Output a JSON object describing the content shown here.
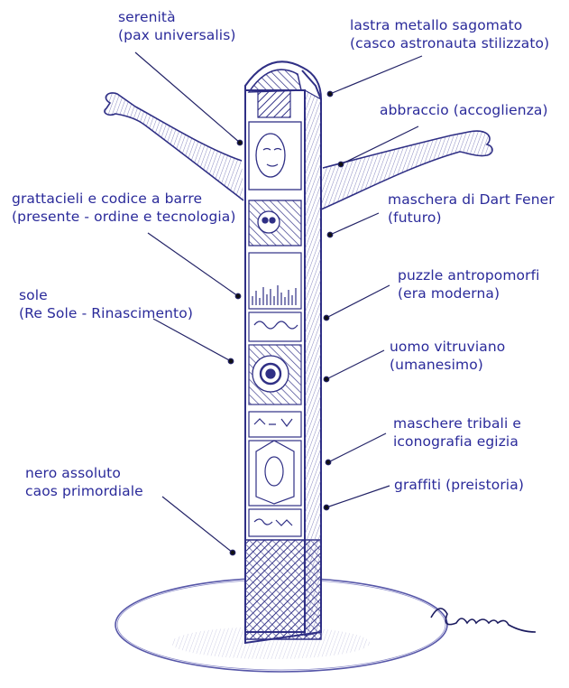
{
  "colors": {
    "ink": "#2a2a9a",
    "pencil": "#3b3b8f",
    "paper": "#ffffff"
  },
  "labels": [
    {
      "id": "serenita",
      "lines": [
        "serenità",
        "(pax universalis)"
      ]
    },
    {
      "id": "lastra",
      "lines": [
        "lastra metallo sagomato",
        "(casco astronauta stilizzato)"
      ]
    },
    {
      "id": "abbraccio",
      "lines": [
        "abbraccio (accoglienza)"
      ]
    },
    {
      "id": "grattacieli",
      "lines": [
        "grattacieli e codice a barre",
        "(presente - ordine e tecnologia)"
      ]
    },
    {
      "id": "maschera-dart",
      "lines": [
        "maschera di Dart Fener",
        "(futuro)"
      ]
    },
    {
      "id": "puzzle",
      "lines": [
        "puzzle antropomorfi",
        "(era moderna)"
      ]
    },
    {
      "id": "sole",
      "lines": [
        "sole",
        "(Re Sole - Rinascimento)"
      ]
    },
    {
      "id": "vitruviano",
      "lines": [
        "uomo vitruviano",
        "(umanesimo)"
      ]
    },
    {
      "id": "tribali",
      "lines": [
        "maschere tribali e",
        "iconografia egizia"
      ]
    },
    {
      "id": "nero",
      "lines": [
        "nero assoluto",
        "caos primordiale"
      ]
    },
    {
      "id": "graffiti",
      "lines": [
        "graffiti (preistoria)"
      ]
    }
  ]
}
